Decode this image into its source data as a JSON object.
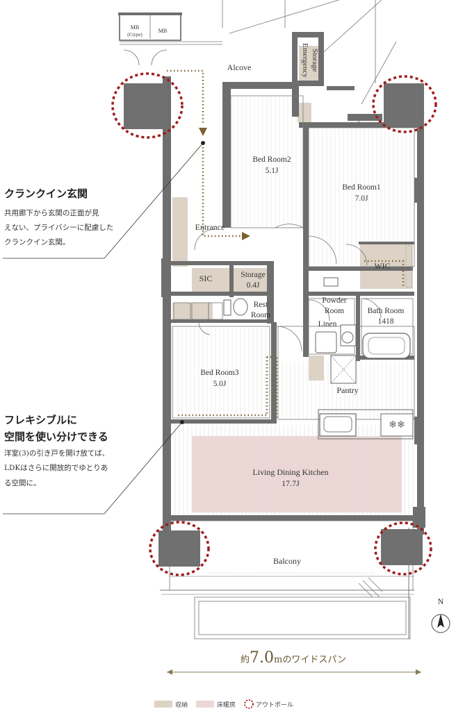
{
  "rooms": {
    "mb1": "MB",
    "mb1_sub": "(Ctype)",
    "mb2": "MB",
    "emergency_storage_1": "Emergency",
    "emergency_storage_2": "Storage",
    "alcove": "Alcove",
    "bedroom2_name": "Bed Room2",
    "bedroom2_size": "5.1J",
    "bedroom1_name": "Bed Room1",
    "bedroom1_size": "7.0J",
    "entrance": "Entrance",
    "wic": "WIC",
    "sic": "SIC",
    "storage_name": "Storage",
    "storage_size": "0.4J",
    "rest_1": "Rest",
    "rest_2": "Room",
    "powder_1": "Powder",
    "powder_2": "Room",
    "linen": "Linen",
    "bath_1": "Bath Room",
    "bath_2": "1418",
    "bedroom3_name": "Bed Room3",
    "bedroom3_size": "5.0J",
    "pantry": "Pantry",
    "ldk_name": "Living Dining Kitchen",
    "ldk_size": "17.7J",
    "balcony": "Balcony"
  },
  "notes": {
    "crank_title": "クランクイン玄関",
    "crank_line1": "共用廊下から玄関の正面が見",
    "crank_line2": "えない、プライバシーに配慮した",
    "crank_line3": "クランクイン玄関。",
    "flex_title1": "フレキシブルに",
    "flex_title2": "空間を使い分けできる",
    "flex_line1": "洋室(3)の引き戸を開け放てば、",
    "flex_line2": "LDKはさらに開放的でゆとりあ",
    "flex_line3": "る空間に。"
  },
  "span": {
    "prefix": "約",
    "value": "7.0",
    "suffix": "mのワイドスパン"
  },
  "compass": "N",
  "legend": {
    "storage": "収納",
    "floor_heating": "床暖房",
    "out_pole": "アウトポール"
  },
  "colors": {
    "storage": "#dcd3c6",
    "floor_heating": "#ecd7d5",
    "out_pole": "#a01c1c",
    "path": "#7a6231"
  }
}
